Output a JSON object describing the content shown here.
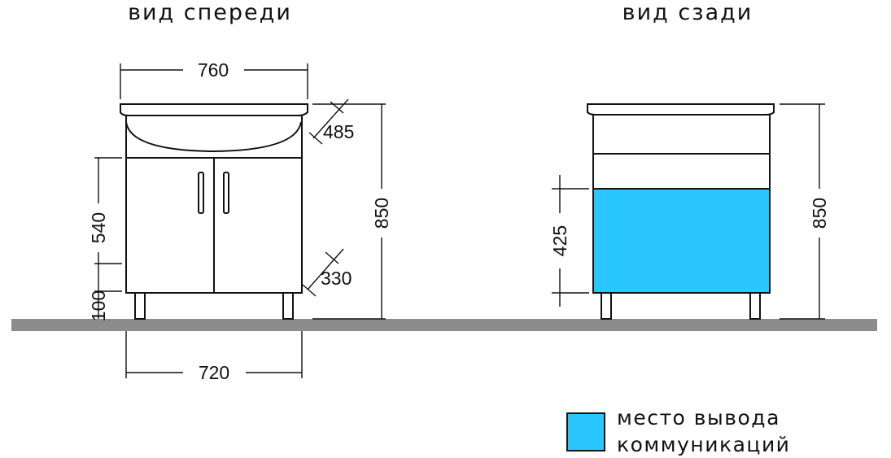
{
  "titles": {
    "front": "вид спереди",
    "back": "вид сзади"
  },
  "dimensions": {
    "top_width": "760",
    "basin_depth": "485",
    "body_height": "540",
    "leg_height": "100",
    "total_height_front": "850",
    "cabinet_depth": "330",
    "base_width": "720",
    "utility_zone_height": "425",
    "total_height_back": "850"
  },
  "legend": {
    "line1": "место вывода",
    "line2": "коммуникаций",
    "color": "#29c6ff"
  },
  "colors": {
    "floor": "#8c8c8c",
    "utility_zone": "#29c6ff"
  }
}
